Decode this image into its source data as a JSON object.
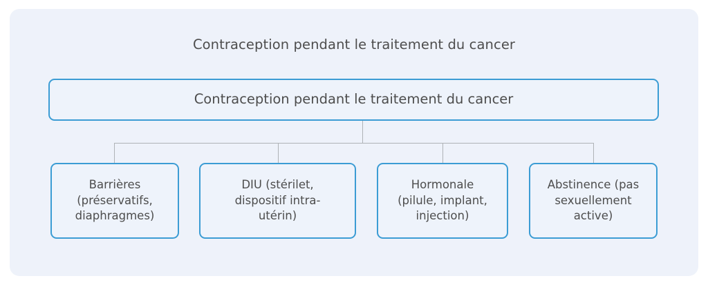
{
  "diagram": {
    "title": "Contraception pendant le traitement du cancer",
    "root": {
      "label": "Contraception pendant le traitement du cancer"
    },
    "children": [
      {
        "label": "Barrières\n(préservatifs,\ndiaphragmes)"
      },
      {
        "label": "DIU (stérilet,\ndispositif intra-\nutérin)"
      },
      {
        "label": "Hormonale\n(pilule, implant,\ninjection)"
      },
      {
        "label": "Abstinence (pas\nsexuellement\nactive)"
      }
    ],
    "colors": {
      "panel_background": "#eef2fa",
      "node_border": "#3b9cd4",
      "node_fill": "#eef3fb",
      "connector": "#aeb2b6",
      "text": "#4d4d4d",
      "page_background": "#ffffff"
    }
  }
}
